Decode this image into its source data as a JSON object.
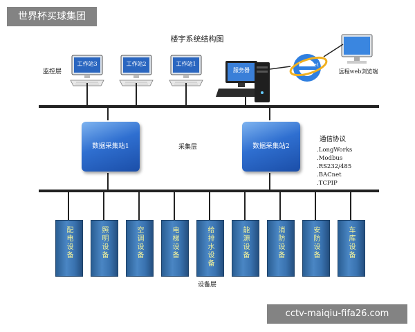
{
  "watermark_top": "世界杯买球集团",
  "watermark_bottom": "cctv-maiqiu-fifa26.com",
  "title": "楼宇系统结构图",
  "layers": {
    "monitor": "监控层",
    "collect": "采集层",
    "device": "设备层"
  },
  "workstations": [
    "工作站3",
    "工作站2",
    "工作站1"
  ],
  "server": "服务器",
  "internet": "Internet",
  "remote": "远程web浏览端",
  "stations": [
    "数据采集站1",
    "数据采集站2"
  ],
  "protocol": {
    "title": "通信协议",
    "items": [
      ".LongWorks",
      ".Modbus",
      ".RS232/485",
      ".BACnet",
      ".TCPIP"
    ]
  },
  "devices": [
    "配电设备",
    "照明设备",
    "空调设备",
    "电梯设备",
    "给排水设备",
    "能源设备",
    "消防设备",
    "安防设备",
    "车库设备"
  ],
  "colors": {
    "station": "#2f6fd0",
    "device": "#3a73b0",
    "device_text": "#f4f39a",
    "bus": "#222222"
  }
}
